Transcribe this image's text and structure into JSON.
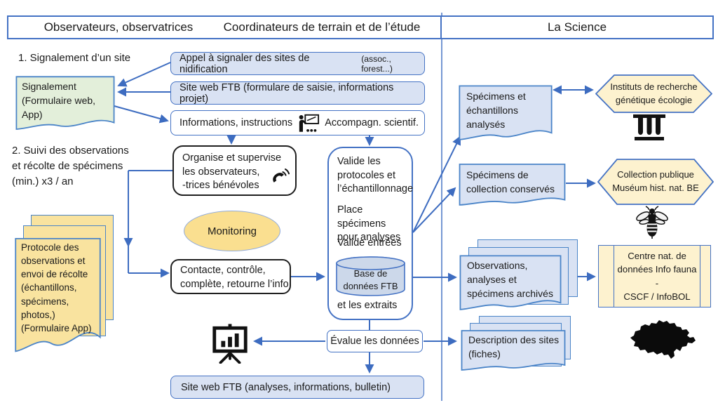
{
  "header": {
    "left_title": "Observateurs, observatrices",
    "mid_title": "Coordinateurs de terrain et de l’étude",
    "right_title": "La Science"
  },
  "observers": {
    "step1_label": "1. Signalement d’un site",
    "signalement_doc": "Signalement\n(Formulaire web, App)",
    "step2_label": "2. Suivi des observations\net récolte de spécimens\n(min.) x3 / an",
    "protocole_doc": "Protocole des\nobservations et\nenvoi de récolte\n(échantillons,\nspécimens,\nphotos,)\n(Formulaire App)"
  },
  "coordinators": {
    "appel_box": {
      "main": "Appel à signaler des sites de nidification",
      "suffix": "(assoc., forest...)"
    },
    "siteweb_box": "Site web FTB (formulare de saisie, informations projet)",
    "info_box": {
      "left": "Informations, instructions",
      "right": "Accompagn. scientif."
    },
    "organise_box": "Organise et supervise\nles observateurs,\n-trices bénévoles",
    "monitoring_ellipse": "Monitoring",
    "contacte_box": "Contacte, contrôle,\ncomplète, retourne l’info",
    "valide_box": {
      "p1": "Valide les\nprotocoles et\nl’échantillonnage",
      "p2": "Place spécimens\npour analyses",
      "p3": "Valide entrées",
      "database": "Base de\ndonnées FTB",
      "p4": "et les extraits"
    },
    "evalue_box": "Évalue les données",
    "siteweb_bottom_box": "Site web FTB (analyses, informations, bulletin)"
  },
  "science": {
    "specimens_analyses_doc": "Spécimens et\néchantillons\nanalysés",
    "instituts_hex": "Instituts de recherche\ngénétique écologie",
    "specimens_collection_doc": "Spécimens de\ncollection conservés",
    "collection_hex": "Collection publique\nMuséum hist. nat. BE",
    "observations_doc": "Observations,\nanalyses et\nspécimens archivés",
    "centre_box": "Centre nat. de\ndonnées Info fauna -\nCSCF / InfoBOL",
    "description_doc": "Description des sites\n(fiches)"
  },
  "icons": {
    "training": "person-presenting-at-board",
    "phone": "ringing-phone-receiver",
    "flipchart": "bar-chart-presentation-easel",
    "test_tubes": "test-tube-rack",
    "bee": "bee-silhouette",
    "map": "switzerland-silhouette"
  },
  "colors": {
    "accent_blue": "#4472C4",
    "light_blue_fill": "#D9E2F3",
    "green_fill": "#E3EFDA",
    "yellow_fill": "#F9E39F",
    "cream_fill": "#FDF2CF",
    "cylinder_fill": "#CCD8EA",
    "monitoring_fill": "#FADF90"
  }
}
